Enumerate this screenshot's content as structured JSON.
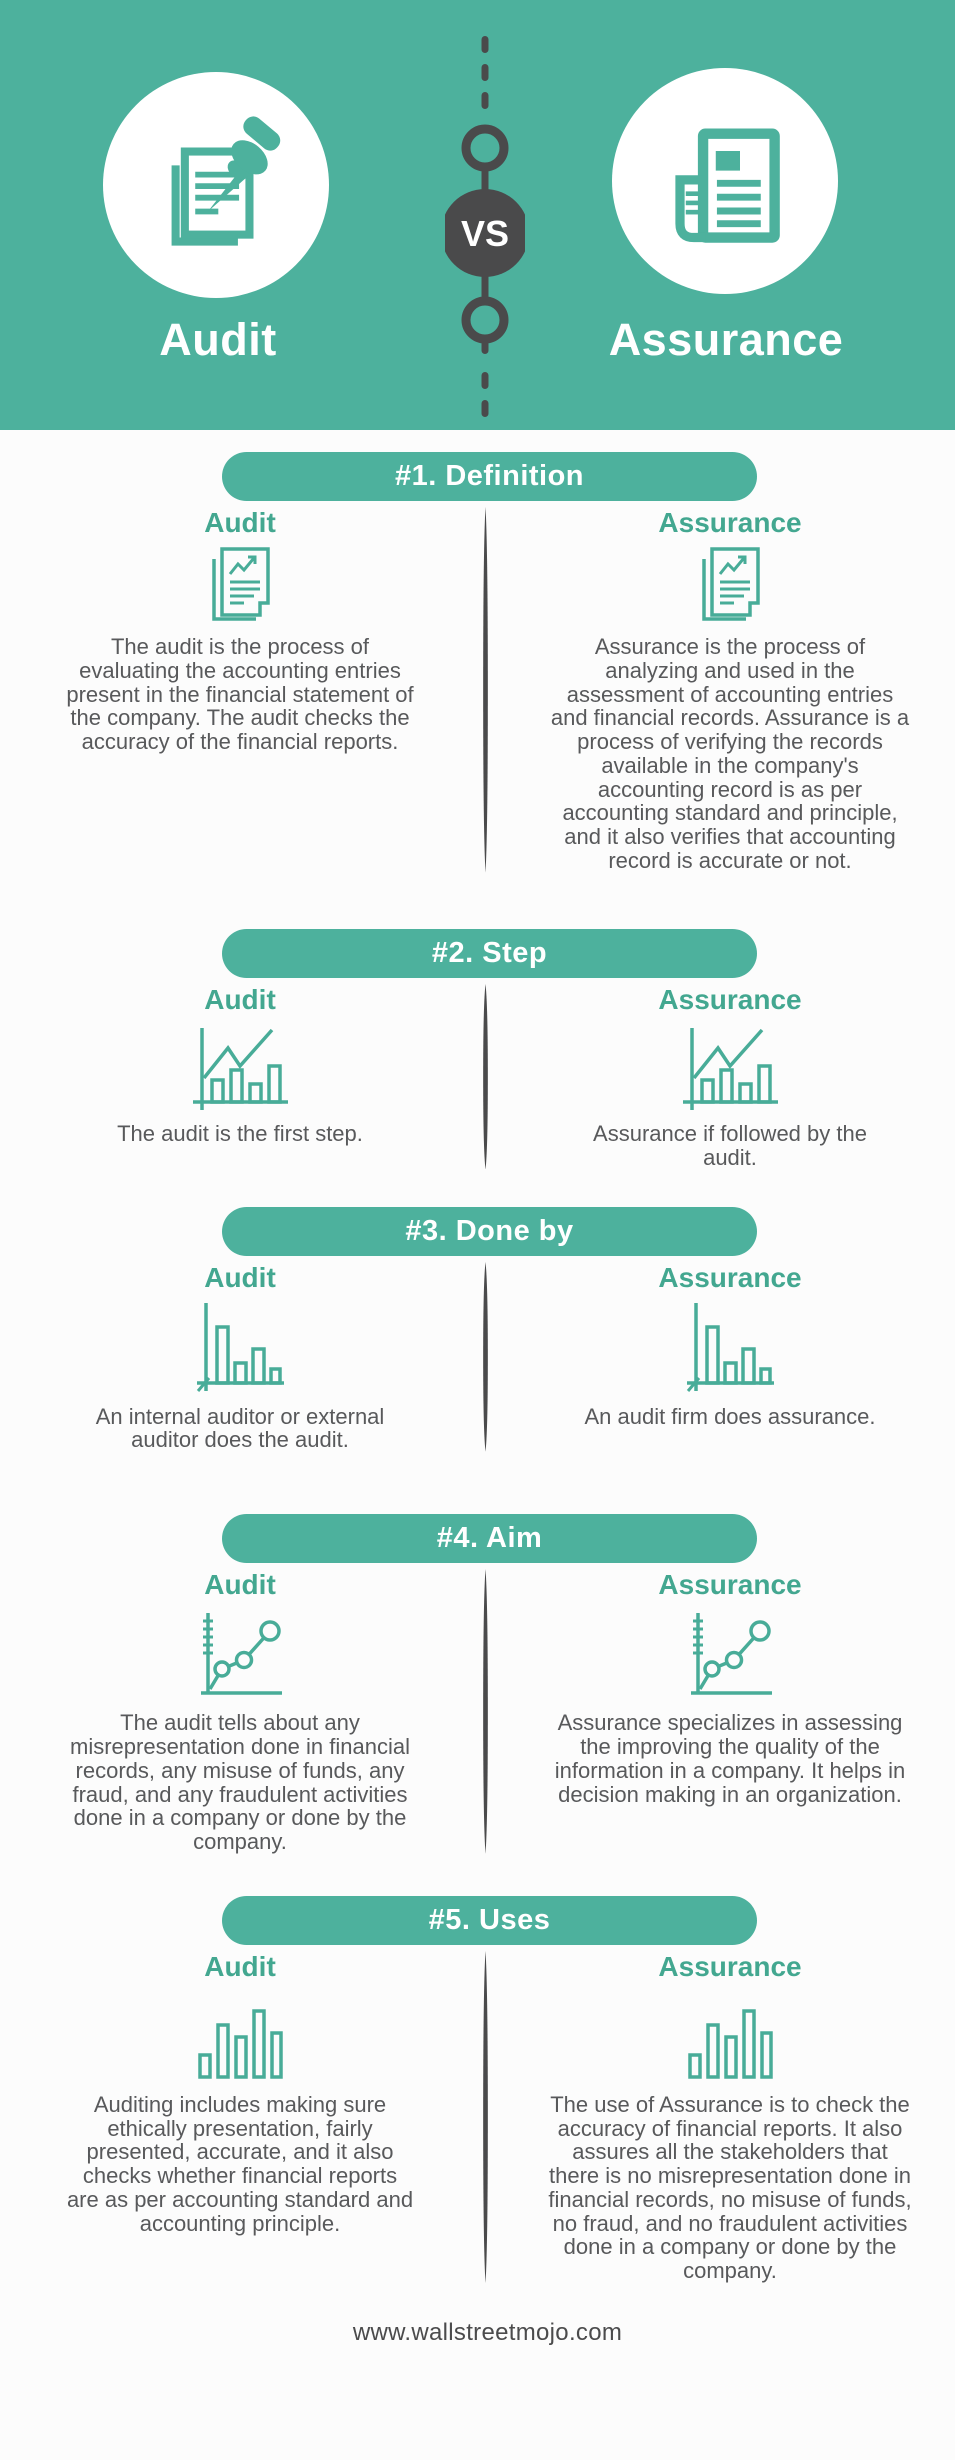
{
  "meta": {
    "colors": {
      "accent_teal": "#4db19d",
      "heading_teal": "#43a790",
      "icon_teal": "#48ac98",
      "dark_gray": "#4a4a4b",
      "body_text": "#58595b",
      "background": "#fcfcfc"
    }
  },
  "hero": {
    "left_title": "Audit",
    "right_title": "Assurance",
    "vs_label": "VS",
    "left_icon": "pinned-document-icon",
    "right_icon": "financial-report-icon"
  },
  "sections": [
    {
      "pill": "#1. Definition",
      "icon": "document-chart-icon",
      "left": {
        "heading": "Audit",
        "text": "The audit is the process of evaluating the accounting entries present in the financial statement of the company. The audit checks the accuracy of the financial reports."
      },
      "right": {
        "heading": "Assurance",
        "text": "Assurance is the process of analyzing and used in the assessment of accounting entries and financial records. Assurance is a process of verifying the records available in the company's accounting record is as per accounting standard and principle, and it also verifies that accounting record is accurate or not."
      }
    },
    {
      "pill": "#2. Step",
      "icon": "bar-chart-trend-icon",
      "left": {
        "heading": "Audit",
        "text": "The audit is the first step."
      },
      "right": {
        "heading": "Assurance",
        "text": "Assurance if followed by the audit."
      }
    },
    {
      "pill": "#3. Done by",
      "icon": "declining-bar-chart-icon",
      "left": {
        "heading": "Audit",
        "text": "An internal auditor or external auditor does the audit."
      },
      "right": {
        "heading": "Assurance",
        "text": "An audit firm does assurance."
      }
    },
    {
      "pill": "#4. Aim",
      "icon": "scatter-line-chart-icon",
      "left": {
        "heading": "Audit",
        "text": "The audit tells about any misrepresentation done in financial records, any misuse of funds, any fraud, and any fraudulent activities done in a company or done by the company."
      },
      "right": {
        "heading": "Assurance",
        "text": "Assurance specializes in assessing the improving the quality of the information in a company. It helps in decision making in an organization."
      }
    },
    {
      "pill": "#5. Uses",
      "icon": "equalizer-bars-icon",
      "left": {
        "heading": "Audit",
        "text": "Auditing includes making sure ethically presentation, fairly presented, accurate, and it also checks whether financial reports are as per accounting standard and accounting principle."
      },
      "right": {
        "heading": "Assurance",
        "text": "The use of Assurance is to check the accuracy of financial reports. It also assures all the stakeholders that there is no misrepresentation done in financial records, no misuse of funds, no fraud, and no fraudulent activities done in a company or done by the company."
      }
    }
  ],
  "footer": {
    "label": "www.wallstreetmojo.com"
  }
}
